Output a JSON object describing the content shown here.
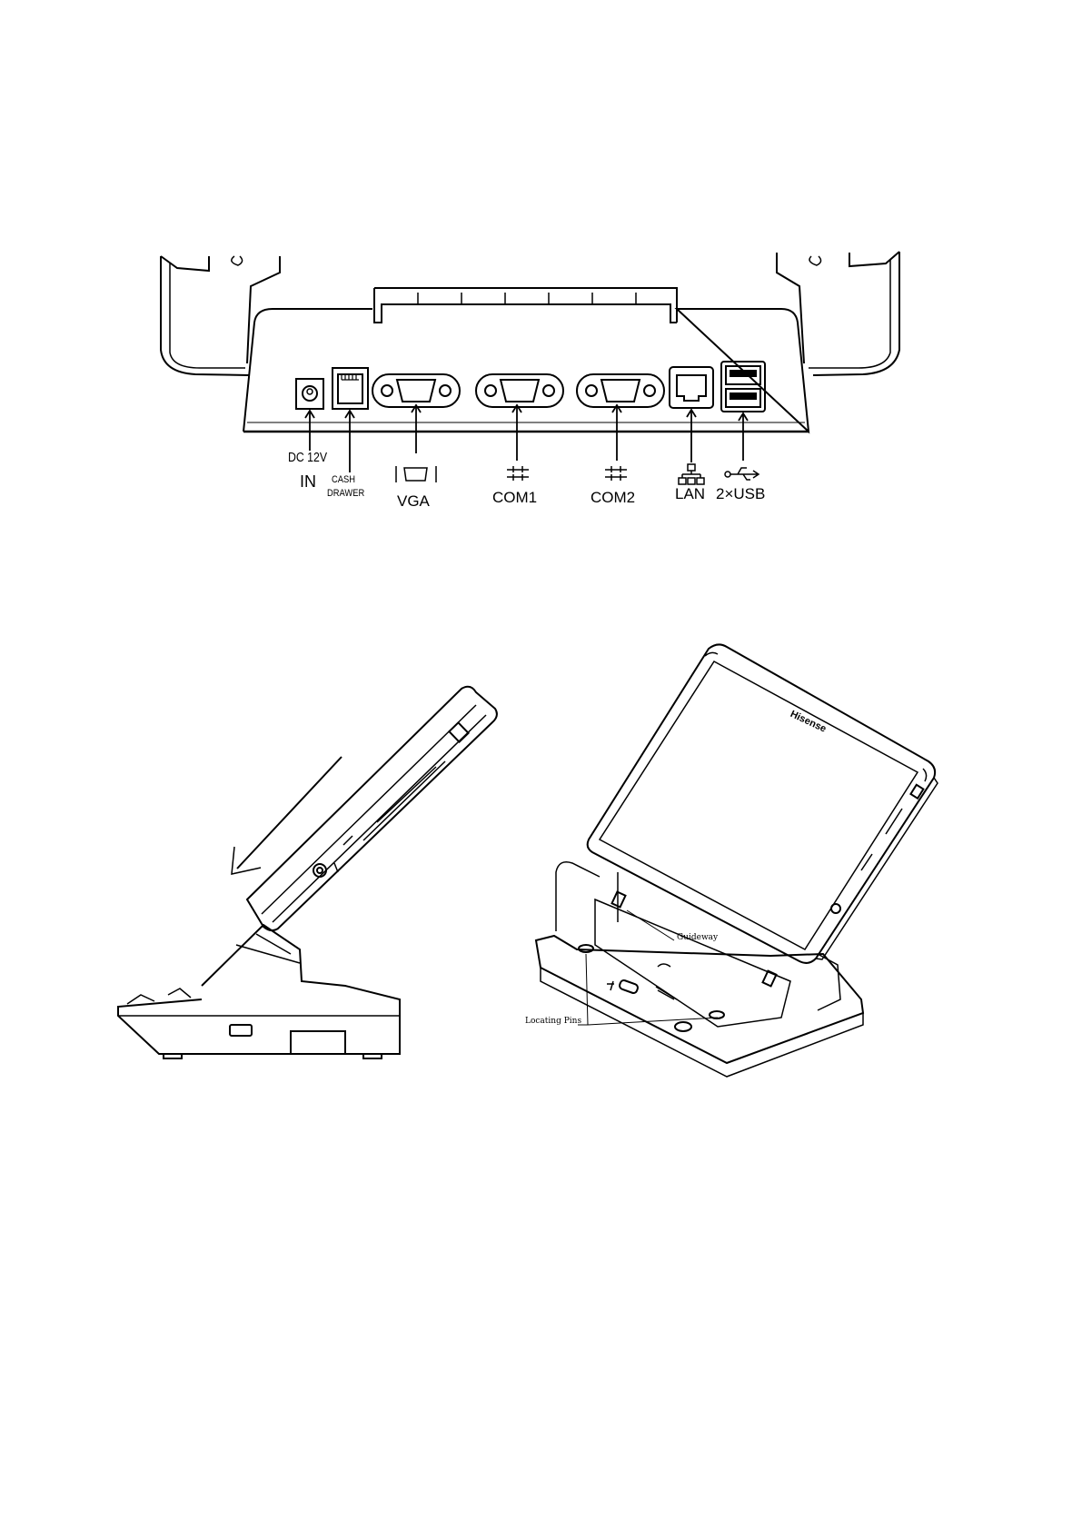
{
  "ports_diagram": {
    "labels": {
      "dc_line1": "DC 12V",
      "dc_line2": "IN",
      "cash_line1": "CASH",
      "cash_line2": "DRAWER",
      "vga": "VGA",
      "com1": "COM1",
      "com2": "COM2",
      "lan": "LAN",
      "usb": "2×USB"
    }
  },
  "dock_diagram": {
    "guideway_label": "Guideway",
    "locating_pins_label": "Locating Pins",
    "brand": "Hisense"
  }
}
